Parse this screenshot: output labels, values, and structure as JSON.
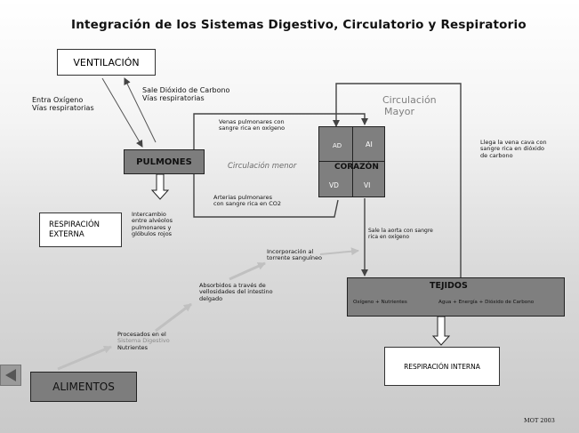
{
  "title": "Integración de los Sistemas Digestivo, Circulatorio  y Respiratorio",
  "boxes": {
    "ventilacion": "VENTILACIÓN",
    "pulmones": "PULMONES",
    "respiracion_externa": "RESPIRACIÓN EXTERNA",
    "tejidos_title": "TEJIDOS",
    "tejidos_left": "Oxígeno + Nutrientes",
    "tejidos_right": "Agua + Energía + Dióxido de Carbono",
    "respiracion_interna": "RESPIRACIÓN INTERNA",
    "alimentos": "ALIMENTOS"
  },
  "heart": {
    "label": "CORAZÓN",
    "ad": "AD",
    "ai": "AI",
    "vd": "VD",
    "vi": "VI"
  },
  "labels": {
    "entra_oxigeno": "Entra Oxígeno",
    "vias_respiratorias_1": "Vías respiratorias",
    "sale_dioxido": "Sale Dióxido de Carbono",
    "vias_respiratorias_2": "Vías respiratorias",
    "circulacion_mayor_1": "Circulación",
    "circulacion_mayor_2": "Mayor",
    "circulacion_menor": "Circulación  menor",
    "venas_pulmonares_1": "Venas pulmonares con",
    "venas_pulmonares_2": "sangre rica en oxígeno",
    "arterias_pulmonares_1": "Arterias pulmonares",
    "arterias_pulmonares_2": "con sangre rica en CO2",
    "intercambio_1": "Intercambio",
    "intercambio_2": "entre alvéolos",
    "intercambio_3": "pulmonares y",
    "intercambio_4": "glóbulos rojos",
    "vena_cava_1": "Llega la vena cava con",
    "vena_cava_2": "sangre rica en dióxido",
    "vena_cava_3": "de carbono",
    "aorta_1": "Sale la aorta con sangre",
    "aorta_2": "rica en oxígeno",
    "incorporacion_1": "Incorporación al",
    "incorporacion_2": "torrente sanguíneo",
    "absorbidos_1": "Absorbidos a través de",
    "absorbidos_2": "vellosidades del intestino",
    "absorbidos_3": "delgado",
    "procesados_1": "Procesados en el",
    "procesados_2": "Sistema Digestivo",
    "procesados_3": "Nutrientes",
    "credit": "MOT 2003"
  }
}
